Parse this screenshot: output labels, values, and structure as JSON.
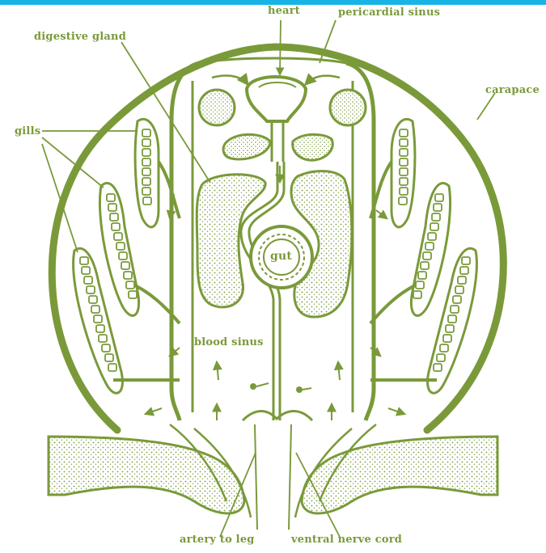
{
  "colors": {
    "ink": "#7a9a3a",
    "ink_dark": "#6a8a2e",
    "stipple": "#e8eedb",
    "top_bar": "#18b4e6",
    "paper": "#ffffff"
  },
  "labels": {
    "heart": "heart",
    "pericardial_sinus": "pericardial sinus",
    "digestive_gland": "digestive gland",
    "carapace": "carapace",
    "gills": "gills",
    "gut": "gut",
    "blood_sinus": "blood sinus",
    "artery_to_leg": "artery to leg",
    "ventral_nerve_cord": "ventral nerve cord"
  }
}
